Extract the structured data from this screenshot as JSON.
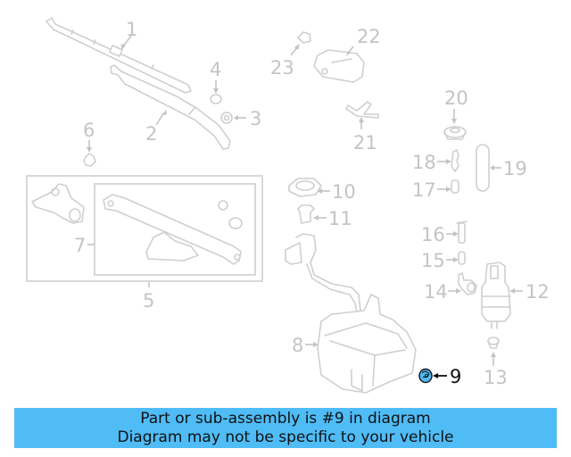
{
  "diagram": {
    "highlighted_part": "9",
    "highlight_color": "#4fbcf6",
    "label_color": "#c4c4c4",
    "highlight_label_color": "#111111",
    "callouts": [
      {
        "id": "1",
        "part": "wiper-blade"
      },
      {
        "id": "2",
        "part": "wiper-arm"
      },
      {
        "id": "3",
        "part": "arm-nut"
      },
      {
        "id": "4",
        "part": "cap"
      },
      {
        "id": "5",
        "part": "wiper-linkage-assembly"
      },
      {
        "id": "6",
        "part": "clip"
      },
      {
        "id": "7",
        "part": "linkage"
      },
      {
        "id": "8",
        "part": "washer-reservoir"
      },
      {
        "id": "9",
        "part": "grommet"
      },
      {
        "id": "10",
        "part": "reservoir-cap"
      },
      {
        "id": "11",
        "part": "filler-neck-seal"
      },
      {
        "id": "12",
        "part": "washer-pump"
      },
      {
        "id": "13",
        "part": "pump-grommet"
      },
      {
        "id": "14",
        "part": "connector"
      },
      {
        "id": "15",
        "part": "plug"
      },
      {
        "id": "16",
        "part": "check-valve"
      },
      {
        "id": "17",
        "part": "nozzle-plug"
      },
      {
        "id": "18",
        "part": "joint"
      },
      {
        "id": "19",
        "part": "hose"
      },
      {
        "id": "20",
        "part": "cowl-grommet"
      },
      {
        "id": "21",
        "part": "y-connector"
      },
      {
        "id": "22",
        "part": "washer-nozzle"
      },
      {
        "id": "23",
        "part": "nozzle-cap"
      }
    ]
  },
  "banner": {
    "line1": "Part or sub-assembly is #9 in diagram",
    "line2": "Diagram may not be specific to your vehicle",
    "background": "#4fbcf6"
  }
}
